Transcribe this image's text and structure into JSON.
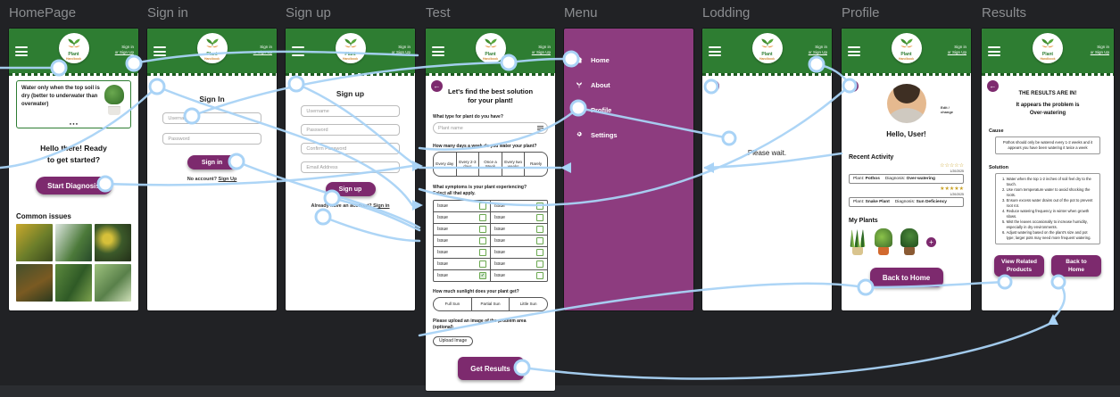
{
  "header": {
    "logo_top": "Plant",
    "logo_bottom": "Handbook",
    "auth_line1": "Sign in",
    "auth_line2": "or Sign Up"
  },
  "icons": {
    "back_arrow": "←",
    "check": "✓",
    "plus": "+"
  },
  "homepage": {
    "label": "HomePage",
    "tip": "Water only when the top soil is dry (better to underwater than overwater)",
    "dots": "● ● ●",
    "greeting_line1": "Hello there! Ready",
    "greeting_line2": "to get started?",
    "start_button": "Start Diagnosis",
    "common_issues": "Common issues"
  },
  "signin": {
    "label": "Sign in",
    "title": "Sign In",
    "username_ph": "Username",
    "password_ph": "Password",
    "button": "Sign in",
    "footer_text": "No account?",
    "footer_link": "Sign Up"
  },
  "signup": {
    "label": "Sign up",
    "title": "Sign up",
    "username_ph": "Username",
    "password_ph": "Password",
    "confirm_ph": "Confirm Password",
    "email_ph": "Email Address",
    "button": "Sign up",
    "footer_text": "Already have an account?",
    "footer_link": "Sign in"
  },
  "test": {
    "label": "Test",
    "title_line1": "Let's find the best solution",
    "title_line2": "for your plant!",
    "q_type": "What type for plant do you have?",
    "plant_ph": "Plant name",
    "q_water": "How many days a week do you water your plant?",
    "water_options": [
      "Every day",
      "Every 2-3 days",
      "Once a Week",
      "Every two weeks",
      "Rarely"
    ],
    "q_symptoms_line1": "What symptoms is your plant experiencing?",
    "q_symptoms_line2": "Select all that apply.",
    "issues": [
      {
        "label": "Issue",
        "checked": false
      },
      {
        "label": "Issue",
        "checked": false
      },
      {
        "label": "Issue",
        "checked": false
      },
      {
        "label": "Issue",
        "checked": false
      },
      {
        "label": "Issue",
        "checked": false
      },
      {
        "label": "Issue",
        "checked": false
      },
      {
        "label": "Issue",
        "checked": false
      },
      {
        "label": "Issue",
        "checked": false
      },
      {
        "label": "Issue",
        "checked": false
      },
      {
        "label": "Issue",
        "checked": false
      },
      {
        "label": "Issue",
        "checked": false
      },
      {
        "label": "Issue",
        "checked": false
      },
      {
        "label": "Issue",
        "checked": true
      },
      {
        "label": "Issue",
        "checked": false
      }
    ],
    "q_sun": "How much sunlight does your plant get?",
    "sun_options": [
      "Full Sun",
      "Partial Sun",
      "Little Sun"
    ],
    "upload_line1": "Please upload an image of the problem area",
    "upload_line2": "(optional)",
    "upload_button": "Upload Image",
    "submit_button": "Get Results"
  },
  "menu": {
    "label": "Menu",
    "items": [
      {
        "label": "Home",
        "icon": "home-icon"
      },
      {
        "label": "About",
        "icon": "plant-icon"
      },
      {
        "label": "Profile",
        "icon": "person-icon"
      },
      {
        "label": "Settings",
        "icon": "gear-icon"
      }
    ]
  },
  "lodding": {
    "label": "Lodding",
    "message": "Please wait."
  },
  "profile": {
    "label": "Profile",
    "edit_label": "Edit / change",
    "greeting": "Hello, User!",
    "recent_title": "Recent Activity",
    "activities": [
      {
        "stars": "☆☆☆☆☆",
        "date": "1/20/2025",
        "plant_label": "Plant:",
        "plant": "Pothos",
        "diagnosis_label": "Diagnosis:",
        "diagnosis": "Over-watering"
      },
      {
        "stars": "★★★★★",
        "date": "1/20/2025",
        "plant_label": "Plant:",
        "plant": "Snake Plant",
        "diagnosis_label": "Diagnosis:",
        "diagnosis": "Sun Deficiency"
      }
    ],
    "my_plants_title": "My Plants",
    "back_button": "Back to Home"
  },
  "results": {
    "label": "Results",
    "heading": "THE RESULTS ARE IN!",
    "sub_line1": "It appears the problem is",
    "sub_line2": "Over-watering",
    "cause_title": "Cause",
    "cause_text": "Pothos should only be watered every 1-2 weeks and it appears you have been watering it twice a week",
    "solution_title": "Solution",
    "solution_steps": [
      "Water when the top 1-2 inches of soil feel dry to the touch.",
      "Use room temperature water to avoid shocking the roots.",
      "Ensure excess water drains out of the pot to prevent root rot.",
      "Reduce watering frequency in winter when growth slows.",
      "Mist the leaves occasionally to increase humidity, especially in dry environments.",
      "Adjust watering based on the plant's size and pot type; larger pots may need more frequent watering."
    ],
    "products_line1": "View Related",
    "products_line2": "Products",
    "home_line1": "Back to",
    "home_line2": "Home"
  }
}
